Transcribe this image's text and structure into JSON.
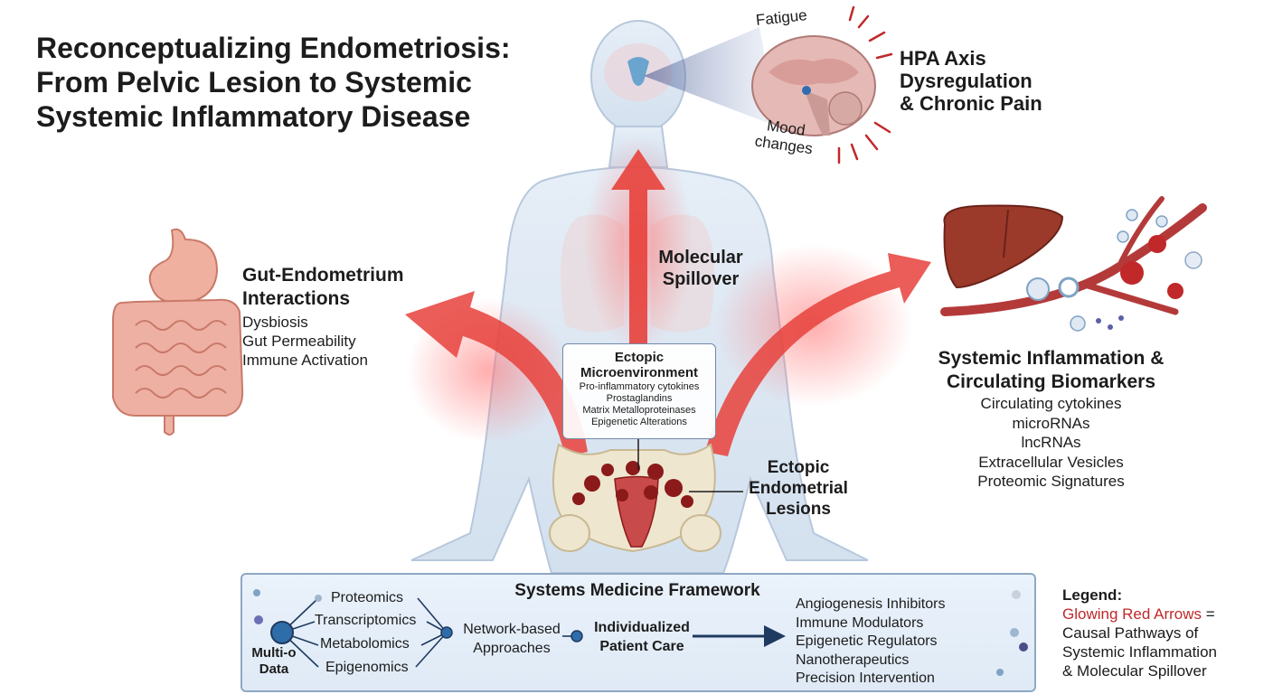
{
  "title": {
    "line1": "Reconceptualizing Endometriosis:",
    "line2": "From Pelvic Lesion to Systemic",
    "line3": "Systemic Inflammatory Disease"
  },
  "brain": {
    "fatigue": "Fatigue",
    "mood_line1": "Mood",
    "mood_line2": "changes",
    "heading_line1": "HPA Axis",
    "heading_line2": "Dysregulation",
    "heading_line3": "& Chronic Pain"
  },
  "gut": {
    "heading_line1": "Gut-Endometrium",
    "heading_line2": "Interactions",
    "items": [
      "Dysbiosis",
      "Gut Permeability",
      "Immune Activation"
    ]
  },
  "spillover": {
    "line1": "Molecular",
    "line2": "Spillover"
  },
  "ectopic_micro": {
    "heading_line1": "Ectopic",
    "heading_line2": "Microenvironment",
    "items": [
      "Pro-inflammatory cytokines",
      "Prostaglandins",
      "Matrix Metalloproteinases",
      "Epigenetic Alterations"
    ]
  },
  "lesions": {
    "line1": "Ectopic",
    "line2": "Endometrial",
    "line3": "Lesions"
  },
  "systemic": {
    "heading_line1": "Systemic Inflammation &",
    "heading_line2": "Circulating Biomarkers",
    "items": [
      "Circulating cytokines",
      "microRNAs",
      "lncRNAs",
      "Extracellular Vesicles",
      "Proteomic Signatures"
    ]
  },
  "systems_medicine": {
    "title": "Systems Medicine Framework",
    "multi_line1": "Multi-o",
    "multi_line2": "Data",
    "omics": [
      "Proteomics",
      "Transcriptomics",
      "Metabolomics",
      "Epigenomics"
    ],
    "network_line1": "Network-based",
    "network_line2": "Approaches",
    "care_line1": "Individualized",
    "care_line2": "Patient Care",
    "interventions": [
      "Angiogenesis Inhibitors",
      "Immune Modulators",
      "Epigenetic Regulators",
      "Nanotherapeutics",
      "Precision Intervention"
    ]
  },
  "legend": {
    "title": "Legend:",
    "red_text": "Glowing Red Arrows",
    "eq": " =",
    "line2": "Causal Pathways of",
    "line3": "Systemic Inflammation",
    "line4": "& Molecular Spillover"
  },
  "colors": {
    "arrow_red": "#e8413b",
    "legend_red": "#c0282a",
    "body_blue": "#dbe6f1",
    "lesion_red": "#8b1a1a",
    "frame_blue": "#8fa7c4",
    "navy": "#1f3a5f"
  }
}
